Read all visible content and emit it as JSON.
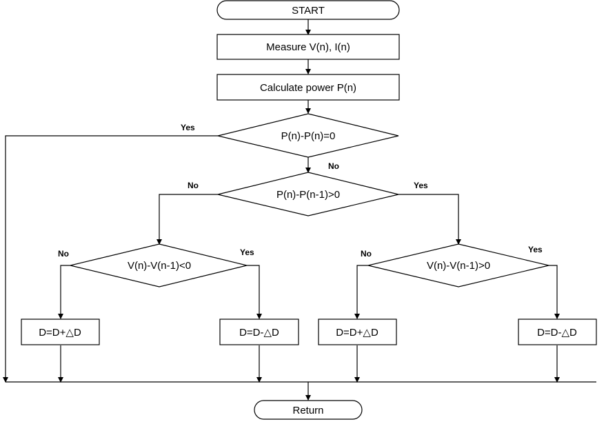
{
  "nodes": {
    "start": "START",
    "measure": "Measure V(n), I(n)",
    "calc_power": "Calculate power P(n)",
    "decision_equal": "P(n)-P(n)=0",
    "decision_power": "P(n)-P(n-1)>0",
    "decision_v_left": "V(n)-V(n-1)<0",
    "decision_v_right": "V(n)-V(n-1)>0",
    "box1": "D=D+△D",
    "box2": "D=D-△D",
    "box3": "D=D+△D",
    "box4": "D=D-△D",
    "end": "Return"
  },
  "edge_labels": {
    "equal_yes": "Yes",
    "equal_no": "No",
    "power_no": "No",
    "power_yes": "Yes",
    "vleft_no": "No",
    "vleft_yes": "Yes",
    "vright_no": "No",
    "vright_yes": "Yes"
  }
}
